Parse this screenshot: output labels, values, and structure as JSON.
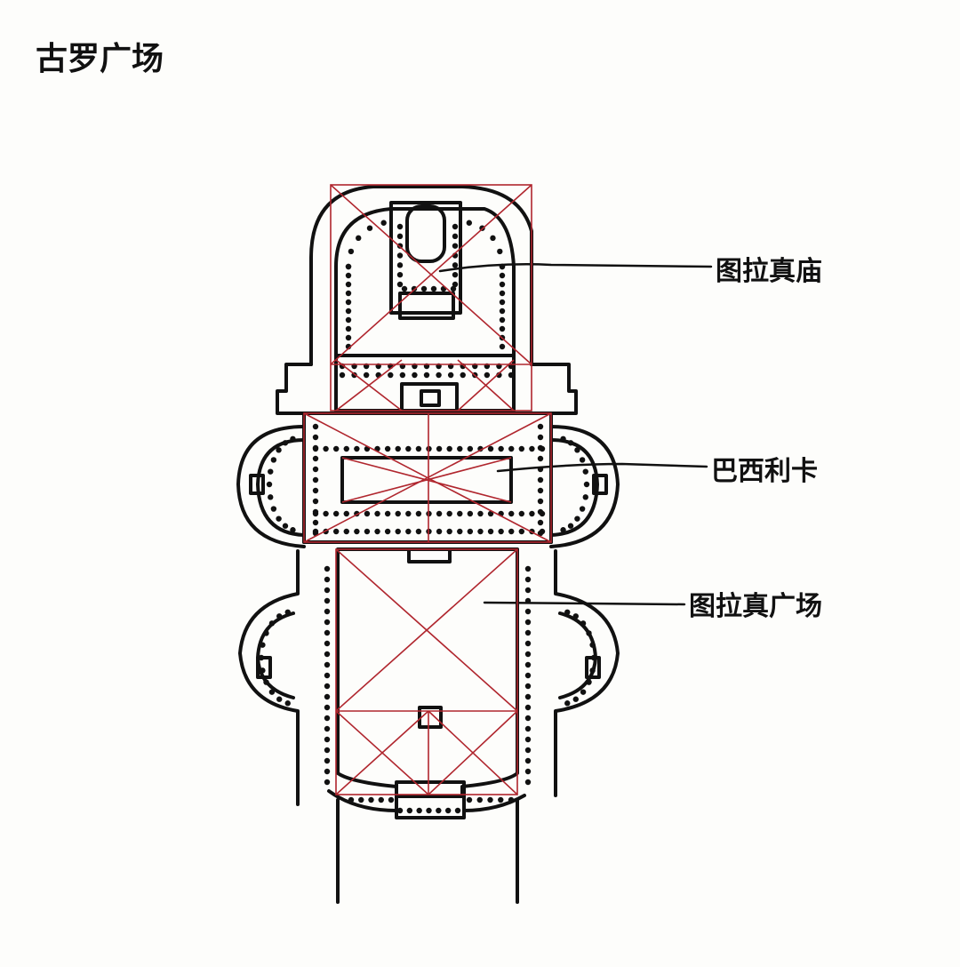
{
  "diagram": {
    "title": "古罗广场",
    "labels": {
      "temple": "图拉真庙",
      "basilica": "巴西利卡",
      "forum": "图拉真广场"
    },
    "colors": {
      "ink": "#111111",
      "red_guides": "#b0262e",
      "paper": "#fdfdfb"
    }
  }
}
